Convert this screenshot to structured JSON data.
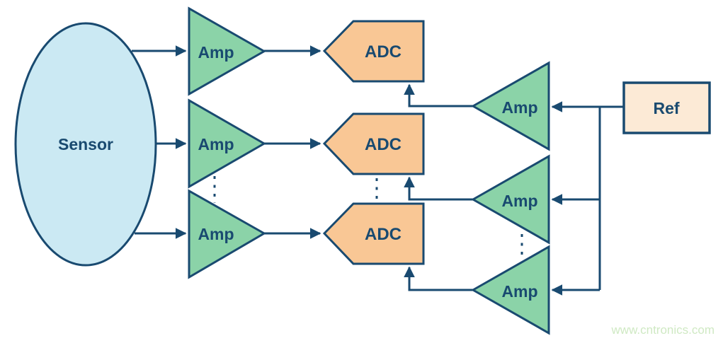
{
  "colors": {
    "navy": "#194a70",
    "green": "#8bd3a8",
    "orange": "#f9c795",
    "cream": "#fcead6",
    "blue": "#cbe9f3",
    "wm": "#cfe9c3",
    "bg": "#ffffff"
  },
  "diagram": {
    "sensor": {
      "label": "Sensor"
    },
    "input_amps": [
      {
        "label": "Amp"
      },
      {
        "label": "Amp"
      },
      {
        "label": "Amp"
      }
    ],
    "adcs": [
      {
        "label": "ADC"
      },
      {
        "label": "ADC"
      },
      {
        "label": "ADC"
      }
    ],
    "ref_buffer_amps": [
      {
        "label": "Amp"
      },
      {
        "label": "Amp"
      },
      {
        "label": "Amp"
      }
    ],
    "ref": {
      "label": "Ref"
    },
    "watermark": "www.cntronics.com"
  }
}
